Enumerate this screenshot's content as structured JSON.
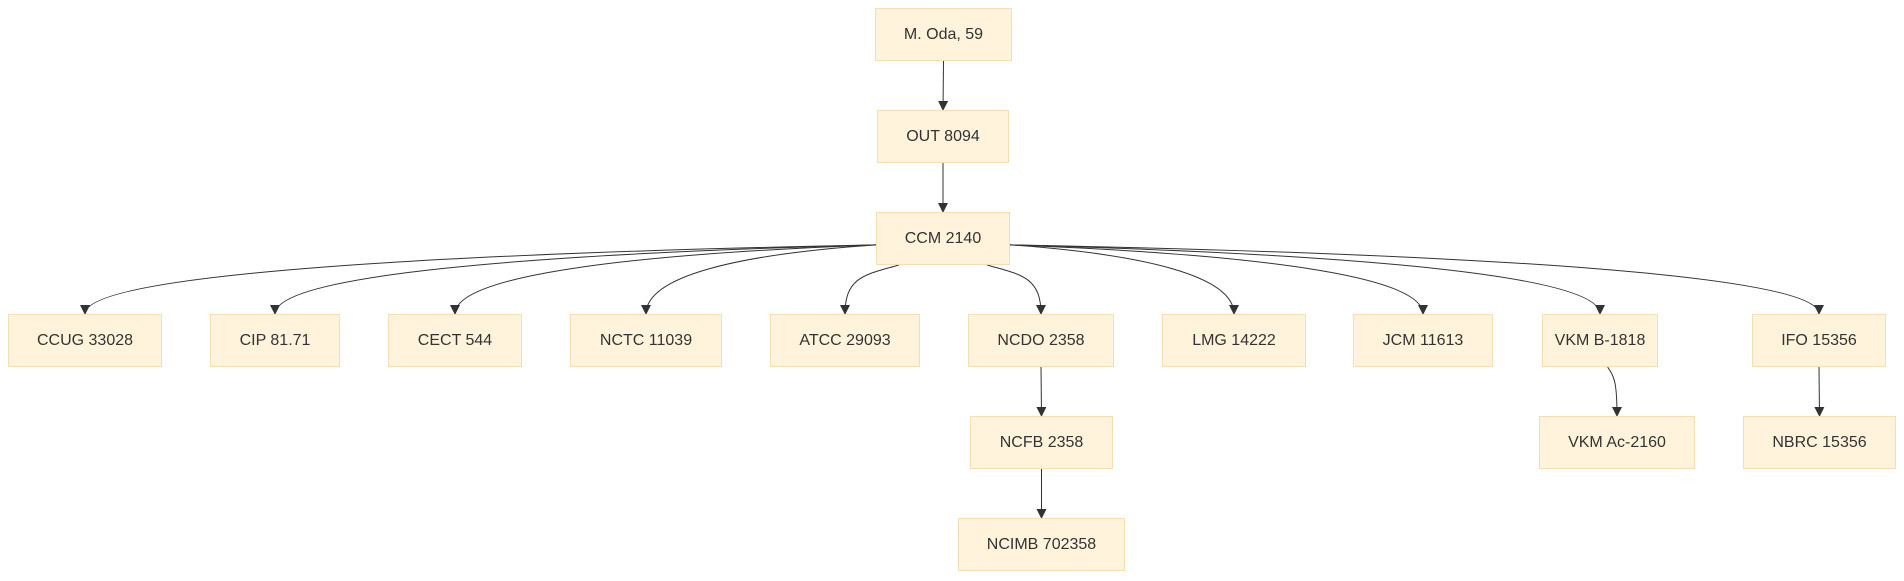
{
  "diagram": {
    "nodes": [
      {
        "id": "n0",
        "label": "M. Oda, 59"
      },
      {
        "id": "n1",
        "label": "OUT 8094"
      },
      {
        "id": "n2",
        "label": "CCM 2140"
      },
      {
        "id": "n3",
        "label": "CCUG 33028"
      },
      {
        "id": "n4",
        "label": "CIP 81.71"
      },
      {
        "id": "n5",
        "label": "CECT 544"
      },
      {
        "id": "n6",
        "label": "NCTC 11039"
      },
      {
        "id": "n7",
        "label": "ATCC 29093"
      },
      {
        "id": "n8",
        "label": "NCDO 2358"
      },
      {
        "id": "n9",
        "label": "LMG 14222"
      },
      {
        "id": "n10",
        "label": "JCM 11613"
      },
      {
        "id": "n11",
        "label": "VKM B-1818"
      },
      {
        "id": "n12",
        "label": "IFO 15356"
      },
      {
        "id": "n13",
        "label": "NCFB 2358"
      },
      {
        "id": "n14",
        "label": "VKM Ac-2160"
      },
      {
        "id": "n15",
        "label": "NBRC 15356"
      },
      {
        "id": "n16",
        "label": "NCIMB 702358"
      }
    ],
    "edges": [
      [
        "n0",
        "n1"
      ],
      [
        "n1",
        "n2"
      ],
      [
        "n2",
        "n3"
      ],
      [
        "n2",
        "n4"
      ],
      [
        "n2",
        "n5"
      ],
      [
        "n2",
        "n6"
      ],
      [
        "n2",
        "n7"
      ],
      [
        "n2",
        "n8"
      ],
      [
        "n2",
        "n9"
      ],
      [
        "n2",
        "n10"
      ],
      [
        "n2",
        "n11"
      ],
      [
        "n2",
        "n12"
      ],
      [
        "n8",
        "n13"
      ],
      [
        "n13",
        "n16"
      ],
      [
        "n11",
        "n14"
      ],
      [
        "n12",
        "n15"
      ]
    ],
    "colors": {
      "node_fill": "#fff3dc",
      "node_border": "#f5deb3",
      "edge": "#333333",
      "text": "#333333"
    }
  }
}
